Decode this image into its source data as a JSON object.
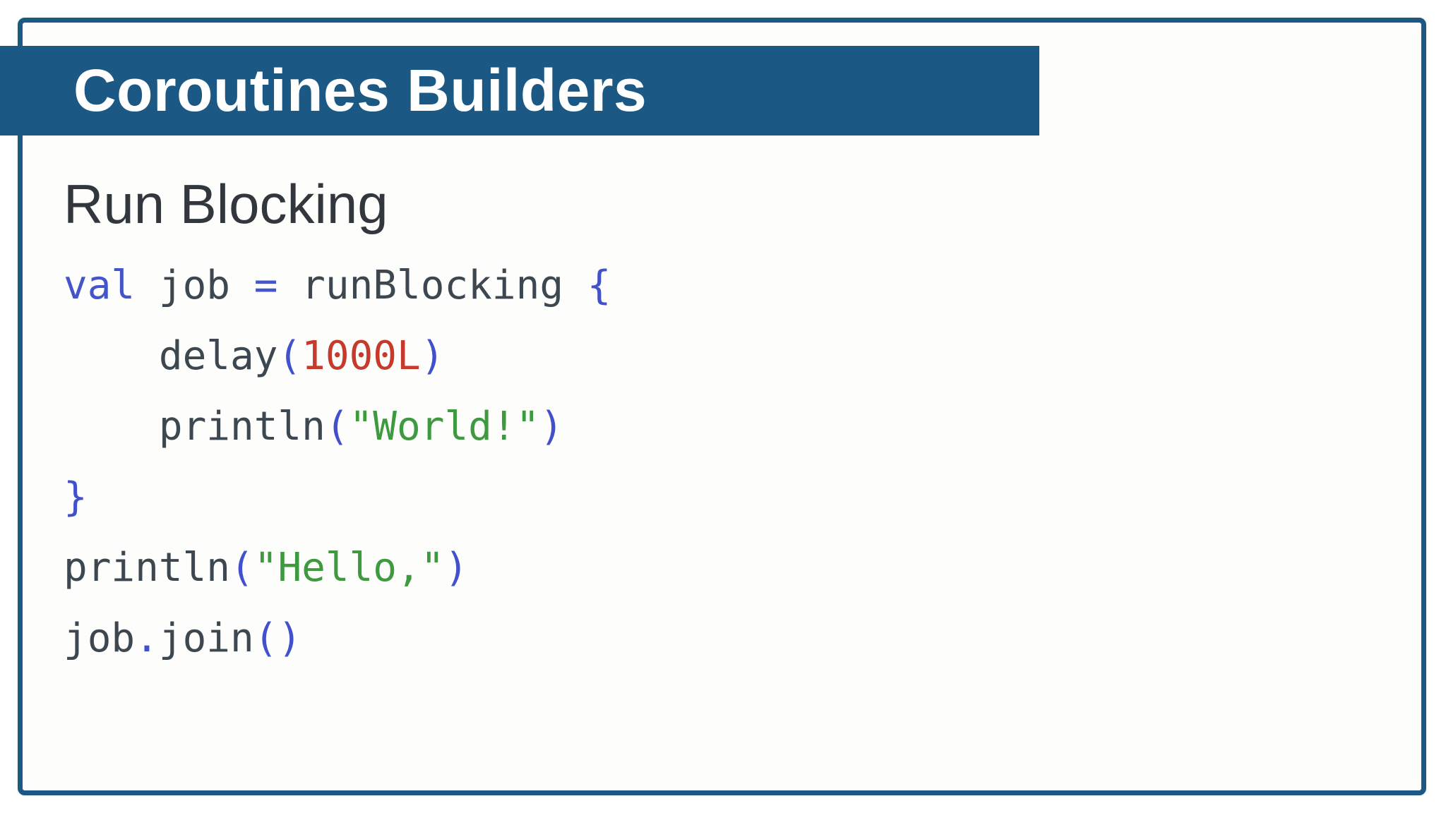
{
  "slide": {
    "title": "Coroutines Builders",
    "subtitle": "Run Blocking",
    "colors": {
      "accent_blue": "#1b5884",
      "page_background": "#fefefe",
      "slide_background": "#fdfdfc",
      "title_text": "#ffffff",
      "heading_text": "#31373c"
    }
  },
  "code": {
    "language": "kotlin",
    "palette": {
      "default": "#3d474f",
      "keyword": "#4355c8",
      "punctuation": "#4150cb",
      "number": "#c53a2b",
      "string": "#3d9a3f"
    },
    "lines": [
      {
        "tokens": [
          {
            "t": "val",
            "type": "keyword"
          },
          {
            "t": " job ",
            "type": "default"
          },
          {
            "t": "=",
            "type": "keyword"
          },
          {
            "t": " runBlocking ",
            "type": "default"
          },
          {
            "t": "{",
            "type": "punctuation"
          }
        ]
      },
      {
        "tokens": [
          {
            "t": "    delay",
            "type": "default"
          },
          {
            "t": "(",
            "type": "punctuation"
          },
          {
            "t": "1000L",
            "type": "number"
          },
          {
            "t": ")",
            "type": "punctuation"
          }
        ]
      },
      {
        "tokens": [
          {
            "t": "    println",
            "type": "default"
          },
          {
            "t": "(",
            "type": "punctuation"
          },
          {
            "t": "\"World!\"",
            "type": "string"
          },
          {
            "t": ")",
            "type": "punctuation"
          }
        ]
      },
      {
        "tokens": [
          {
            "t": "}",
            "type": "punctuation"
          }
        ]
      },
      {
        "tokens": [
          {
            "t": "println",
            "type": "default"
          },
          {
            "t": "(",
            "type": "punctuation"
          },
          {
            "t": "\"Hello,\"",
            "type": "string"
          },
          {
            "t": ")",
            "type": "punctuation"
          }
        ]
      },
      {
        "tokens": [
          {
            "t": "job",
            "type": "default"
          },
          {
            "t": ".",
            "type": "punctuation"
          },
          {
            "t": "join",
            "type": "default"
          },
          {
            "t": "()",
            "type": "punctuation"
          }
        ]
      }
    ]
  }
}
